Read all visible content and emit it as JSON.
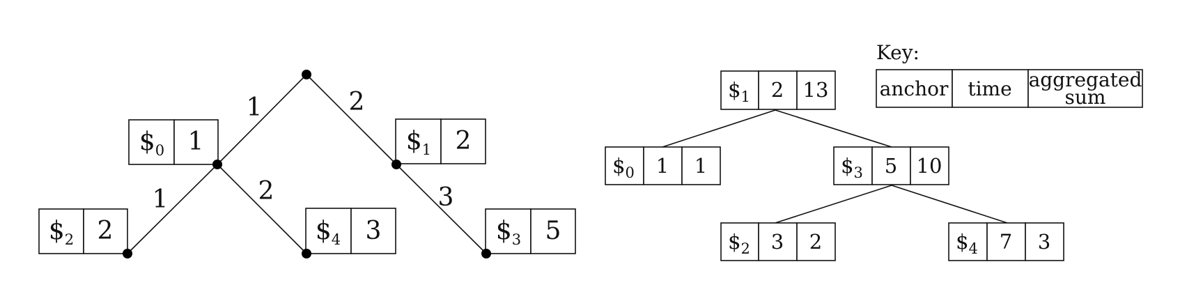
{
  "left_tree": {
    "edge_labels": [
      "1",
      "2",
      "1",
      "2",
      "3"
    ],
    "cards": [
      {
        "anchor_symbol": "$",
        "anchor_index": "0",
        "time": "1"
      },
      {
        "anchor_symbol": "$",
        "anchor_index": "1",
        "time": "2"
      },
      {
        "anchor_symbol": "$",
        "anchor_index": "2",
        "time": "2"
      },
      {
        "anchor_symbol": "$",
        "anchor_index": "4",
        "time": "3"
      },
      {
        "anchor_symbol": "$",
        "anchor_index": "3",
        "time": "5"
      }
    ]
  },
  "right_tree": {
    "nodes": [
      {
        "anchor_symbol": "$",
        "anchor_index": "1",
        "time": "2",
        "sum": "13"
      },
      {
        "anchor_symbol": "$",
        "anchor_index": "0",
        "time": "1",
        "sum": "1"
      },
      {
        "anchor_symbol": "$",
        "anchor_index": "3",
        "time": "5",
        "sum": "10"
      },
      {
        "anchor_symbol": "$",
        "anchor_index": "2",
        "time": "3",
        "sum": "2"
      },
      {
        "anchor_symbol": "$",
        "anchor_index": "4",
        "time": "7",
        "sum": "3"
      }
    ]
  },
  "key": {
    "title": "Key:",
    "anchor": "anchor",
    "time": "time",
    "aggregated_line1": "aggregated",
    "aggregated_line2": "sum"
  }
}
